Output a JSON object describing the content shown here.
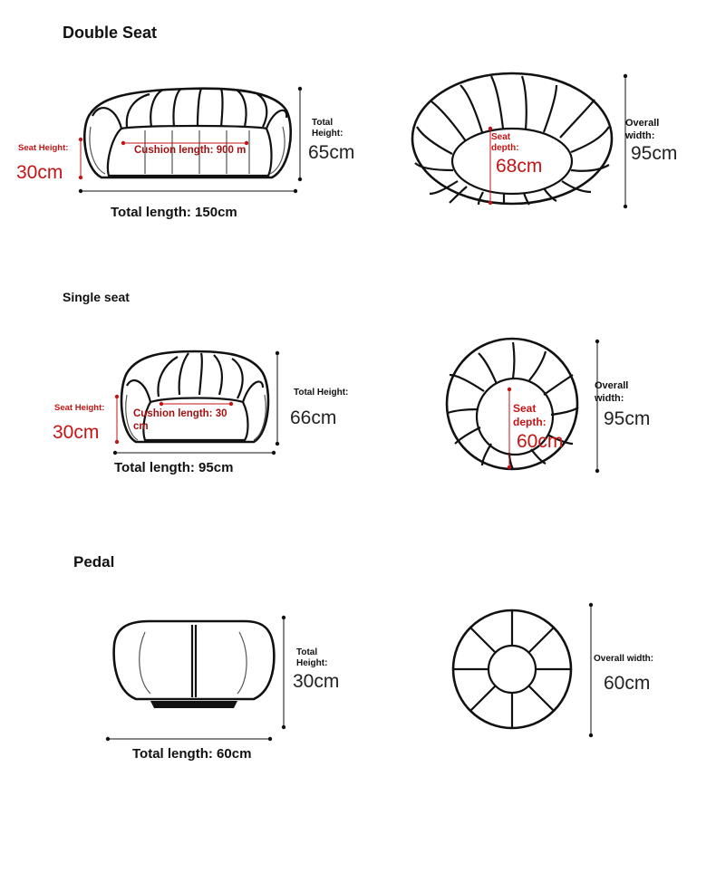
{
  "sections": {
    "double": {
      "title": "Double Seat",
      "seat_height_label": "Seat Height:",
      "seat_height_value": "30cm",
      "cushion_length": "Cushion length: 900 m",
      "total_height_label": "Total Height:",
      "total_height_value": "65cm",
      "total_length": "Total length: 150cm",
      "seat_depth_label": "Seat depth:",
      "seat_depth_value": "68cm",
      "overall_width_label": "Overall width:",
      "overall_width_value": "95cm"
    },
    "single": {
      "title": "Single seat",
      "seat_height_label": "Seat Height:",
      "seat_height_value": "30cm",
      "cushion_length": "Cushion length: 30 cm",
      "total_height_label": "Total Height:",
      "total_height_value": "66cm",
      "total_length": "Total length: 95cm",
      "seat_depth_label": "Seat depth:",
      "seat_depth_value": "60cm",
      "overall_width_label": "Overall width:",
      "overall_width_value": "95cm"
    },
    "pedal": {
      "title": "Pedal",
      "total_height_label": "Total Height:",
      "total_height_value": "30cm",
      "total_length": "Total length: 60cm",
      "overall_width_label": "Overall width:",
      "overall_width_value": "60cm"
    }
  },
  "colors": {
    "text": "#111111",
    "accent_red": "#c41414",
    "cushion_text": "#a31212"
  }
}
